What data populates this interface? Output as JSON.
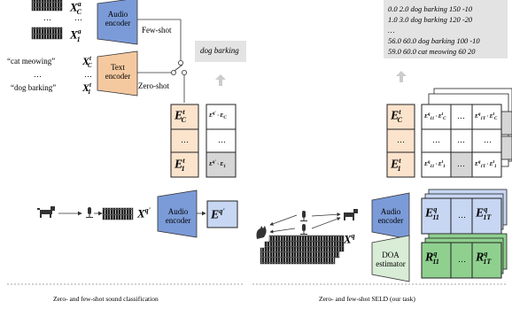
{
  "left": {
    "audio_encoder": "Audio encoder",
    "text_encoder": "Text encoder",
    "audio_encoder_query": "Audio encoder",
    "few_shot": "Few-shot",
    "zero_shot": "Zero-shot",
    "prompts": [
      "“cat meowing”",
      "…",
      "“dog barking”"
    ],
    "x_audio_c": "X",
    "x_audio_1": "X",
    "result_label": "dog barking",
    "e_c": "E",
    "e_1": "E",
    "e_q_prime": "E",
    "x_q_prime": "X",
    "sim_top": "E^{q'} · E_C",
    "sim_bottom": "E^{q'} · E_1",
    "ellipsis": "…",
    "caption": "Zero- and few-shot sound classification"
  },
  "right": {
    "output_lines": [
      "0.0 2.0 dog barking 150 -10",
      "1.0 3.0 dog barking 120 -20",
      "…",
      "56.0 60.0 dog barking 100 -10",
      "59.0 60.0 cat meowing 60 20"
    ],
    "e_c": "E",
    "e_1": "E",
    "audio_encoder": "Audio encoder",
    "doa_estimator": "DOA estimator",
    "x_q": "X",
    "e_q11": "E",
    "e_q1T": "E",
    "r_q11": "R",
    "r_q1T": "R",
    "ellipsis": "…",
    "caption": "Zero- and few-shot SELD (our task)"
  },
  "colors": {
    "audio_blue": "#7b9bd8",
    "text_orange": "#f5c9a0",
    "emb_orange": "#fbe3cc",
    "emb_blue": "#c7d6f2",
    "r_green": "#8fd08f",
    "doa_green": "#d8ecd6",
    "gray_cell": "#d6d6d6",
    "result_gray": "#e3e3e3"
  },
  "icons": [
    "spectrogram-icon",
    "dog-icon",
    "cat-icon",
    "microphone-icon"
  ]
}
